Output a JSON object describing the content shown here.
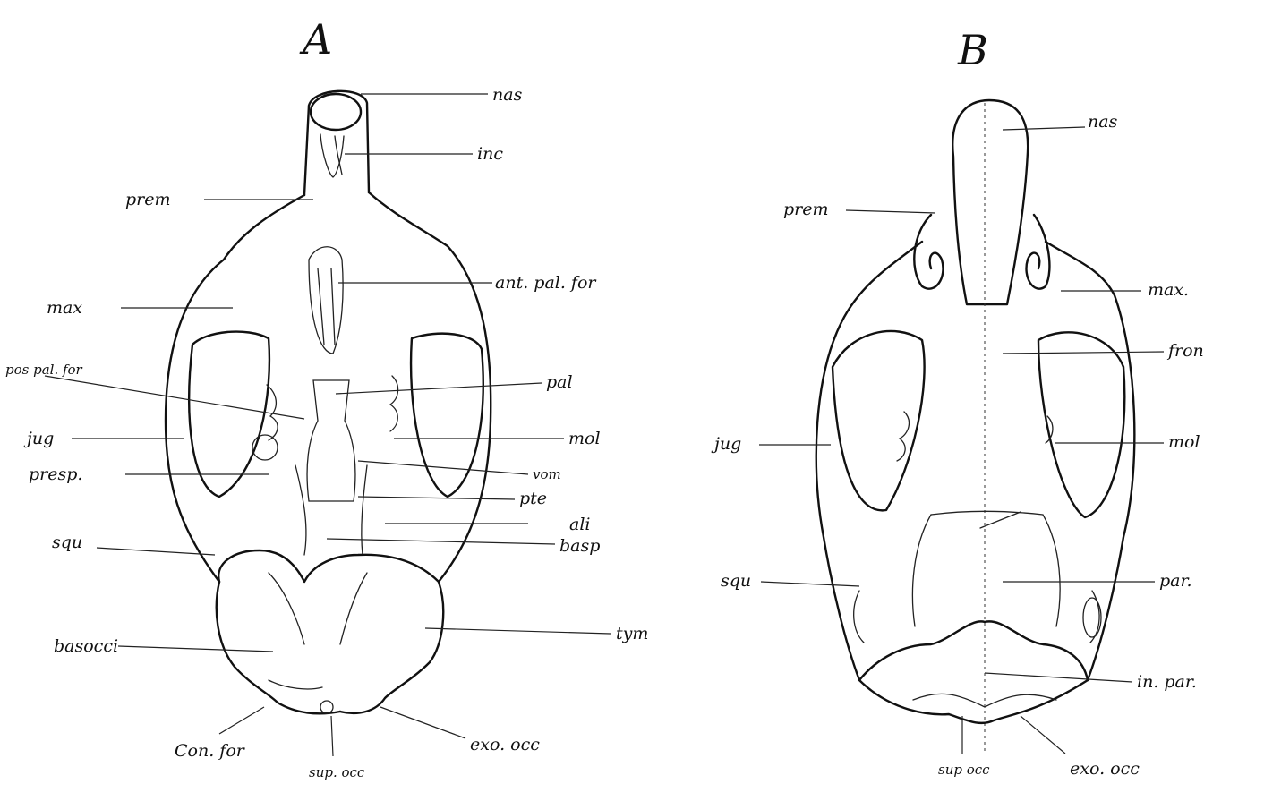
{
  "panel_a": {
    "title": "A",
    "labels": {
      "nas": "nas",
      "inc": "inc",
      "prem": "prem",
      "ant_pal_for": "ant. pal. for",
      "max": "max",
      "pos_pal_for": "pos pal. for",
      "pal": "pal",
      "jug": "jug",
      "mol": "mol",
      "presp": "presp.",
      "vom": "vom",
      "pte": "pte",
      "ali": "ali",
      "basp": "basp",
      "squ": "squ",
      "tym": "tym",
      "basocci": "basocci",
      "con_for": "Con. for",
      "sup_occ": "sup. occ",
      "exo_occ": "exo. occ"
    }
  },
  "panel_b": {
    "title": "B",
    "labels": {
      "nas": "nas",
      "prem": "prem",
      "max": "max.",
      "fron": "fron",
      "jug": "jug",
      "mol": "mol",
      "squ": "squ",
      "par": "par.",
      "in_par": "in. par.",
      "sup_occ": "sup occ",
      "exo_occ": "exo. occ"
    }
  }
}
